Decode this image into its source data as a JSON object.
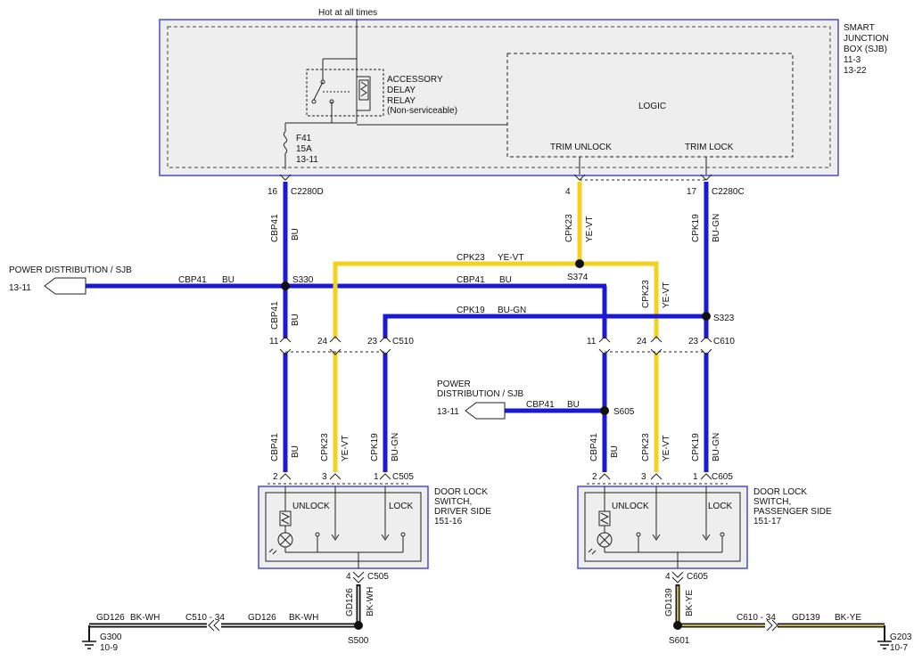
{
  "colors": {
    "blue_wire": "#1a1ad6",
    "yellow_wire": "#f2d21f",
    "black_white_wire": "#111111",
    "black_yellow_wire_edge": "#1a1a1a",
    "black_yellow_wire_fill": "#c8b52a",
    "sjb_border": "#4a4ad8",
    "switch_border": "#4a4ad8",
    "box_fill": "#eeeeee"
  },
  "sjb": {
    "hot_label": "Hot at all times",
    "title_line1": "SMART",
    "title_line2": "JUNCTION",
    "title_line3": "BOX (SJB)",
    "ref1": "11-3",
    "ref2": "13-22",
    "relay_line1": "ACCESSORY",
    "relay_line2": "DELAY",
    "relay_line3": "RELAY",
    "relay_line4": "(Non-serviceable)",
    "logic_label": "LOGIC",
    "fuse_name": "F41",
    "fuse_rating": "15A",
    "fuse_ref": "13-11",
    "trim_unlock": "TRIM UNLOCK",
    "trim_lock": "TRIM LOCK"
  },
  "connectors": {
    "c2280d_pin": "16",
    "c2280d_name": "C2280D",
    "c2280c_mid_pin": "4",
    "c2280c_right_pin": "17",
    "c2280c_name": "C2280C",
    "c510_pin_left": "11",
    "c510_pin_mid": "24",
    "c510_pin_right": "23",
    "c510_name": "C510",
    "c610_pin_left": "11",
    "c610_pin_mid": "24",
    "c610_pin_right": "23",
    "c610_name": "C610",
    "c505_pin_left": "2",
    "c505_pin_mid": "3",
    "c505_pin_right": "1",
    "c505_name": "C505",
    "c605_pin_left": "2",
    "c605_pin_mid": "3",
    "c605_pin_right": "1",
    "c605_name": "C605",
    "c505_bottom_pin": "4",
    "c505_bottom_name": "C505",
    "c605_bottom_pin": "4",
    "c605_bottom_name": "C605"
  },
  "wires": {
    "cbp41": "CBP41",
    "bu": "BU",
    "cpk23": "CPK23",
    "ye_vt": "YE-VT",
    "cpk19": "CPK19",
    "bu_gn": "BU-GN",
    "gd126": "GD126",
    "bk_wh": "BK-WH",
    "gd139": "GD139",
    "bk_ye": "BK-YE"
  },
  "splices": {
    "s330": "S330",
    "s374": "S374",
    "s323": "S323",
    "s605": "S605",
    "s500": "S500",
    "s601": "S601"
  },
  "power_left": {
    "line1": "POWER DISTRIBUTION / SJB",
    "ref": "13-11"
  },
  "power_mid": {
    "line1": "POWER",
    "line2": "DISTRIBUTION / SJB",
    "ref": "13-11"
  },
  "switch_driver": {
    "line1": "DOOR LOCK",
    "line2": "SWITCH,",
    "line3": "DRIVER SIDE",
    "ref": "151-16",
    "unlock": "UNLOCK",
    "lock": "LOCK"
  },
  "switch_passenger": {
    "line1": "DOOR LOCK",
    "line2": "SWITCH,",
    "line3": "PASSENGER SIDE",
    "ref": "151-17",
    "unlock": "UNLOCK",
    "lock": "LOCK"
  },
  "grounds": {
    "c510_34": "C510 - 34",
    "g300": "G300",
    "g300_ref": "10-9",
    "c610_34": "C610 - 34",
    "g203": "G203",
    "g203_ref": "10-7"
  }
}
